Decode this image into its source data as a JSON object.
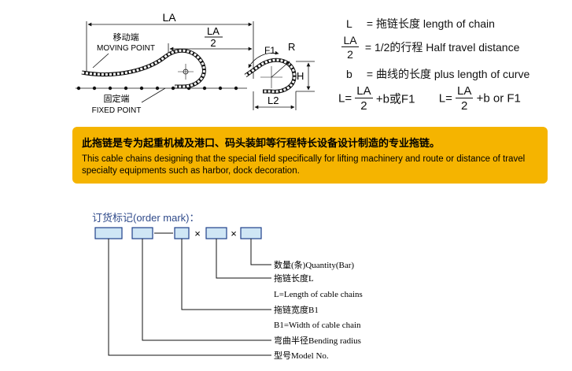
{
  "diagram": {
    "la_label": "LA",
    "half_num": "LA",
    "half_den": "2",
    "moving_cn": "移动端",
    "moving_en": "MOVING POINT",
    "fixed_cn": "固定端",
    "fixed_en": "FIXED POINT",
    "f1_label": "F1",
    "r_label": "R",
    "h_label": "H",
    "l2_label": "L2"
  },
  "legend": {
    "l_sym": "L",
    "l_desc": "= 拖链长度  length of chain",
    "la_num": "LA",
    "la_den": "2",
    "la_desc": "= 1/2的行程  Half travel distance",
    "b_sym": "b",
    "b_desc": "= 曲线的长度  plus length of curve",
    "f1_prefix": "L=",
    "f1_num": "LA",
    "f1_den": "2",
    "f1_suffix": "+b或F1",
    "f2_prefix": "L=",
    "f2_num": "LA",
    "f2_den": "2",
    "f2_suffix": "+b or F1"
  },
  "banner": {
    "cn": "此拖链是专为起重机械及港口、码头装卸等行程特长设备设计制造的专业拖链。",
    "en": "This cable chains designing that the special field specifically for lifting machinery and route or distance of travel specialty equipments such as harbor, dock decoration."
  },
  "order": {
    "title": "订货标记(order mark)：",
    "sep_dash": "—",
    "sep_x1": "×",
    "sep_x2": "×",
    "quantity": "数量(条)Quantity(Bar)",
    "length_cn": "拖链长度L",
    "length_en": "L=Length of cable chains",
    "width_cn": "拖链宽度B1",
    "width_en": "B1=Width of cable chain",
    "radius": "弯曲半径Bending radius",
    "model": "型号Model No."
  },
  "colors": {
    "banner_bg": "#f5b400",
    "box_fill": "#cfe6f5",
    "box_stroke": "#1f3f8a",
    "title_blue": "#2f4a8a"
  }
}
